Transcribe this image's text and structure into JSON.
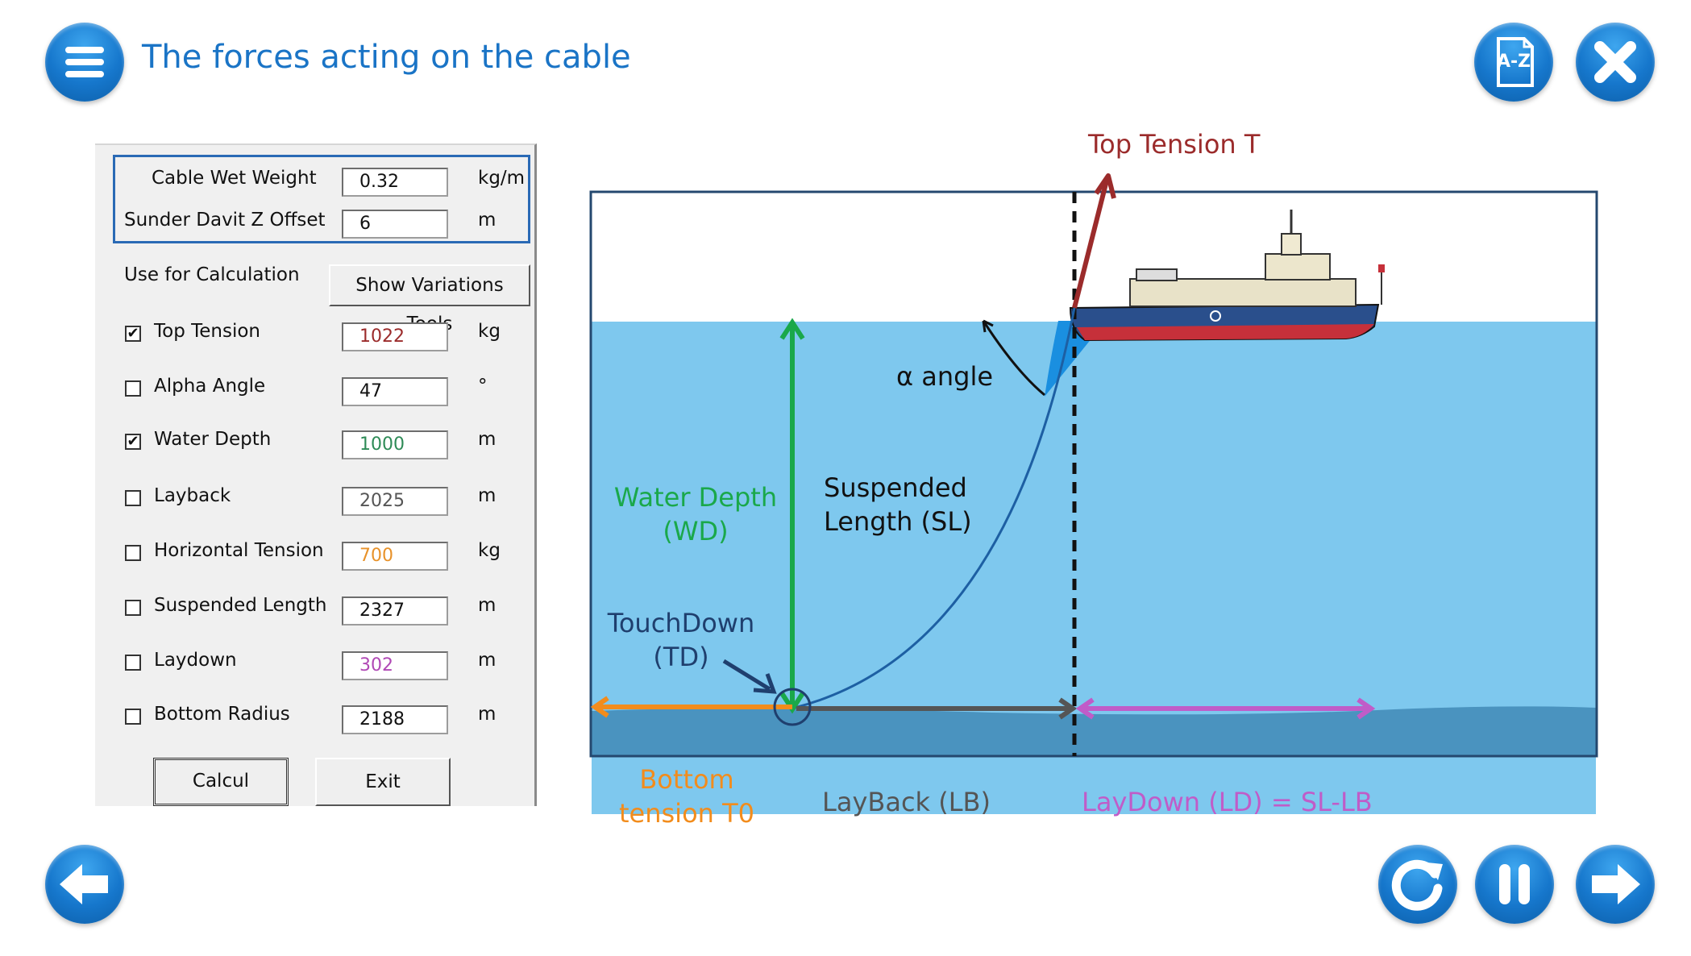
{
  "header": {
    "title": "The forces acting on the cable",
    "glossary_label": "A-Z"
  },
  "dialog": {
    "cable_wet_weight": {
      "label": "Cable Wet Weight",
      "value": "0.32",
      "unit": "kg/m"
    },
    "davit_offset": {
      "label": "Sunder Davit Z Offset",
      "value": "6",
      "unit": "m"
    },
    "use_for_calculation": "Use for Calculation",
    "show_variations_button": "Show Variations Tools",
    "rows": [
      {
        "label": "Top Tension",
        "value": "1022",
        "unit": "kg",
        "checked": true,
        "value_color": "#9b2b2b"
      },
      {
        "label": "Alpha Angle",
        "value": "47",
        "unit": "°",
        "checked": false,
        "value_color": "#111111"
      },
      {
        "label": "Water Depth",
        "value": "1000",
        "unit": "m",
        "checked": true,
        "value_color": "#2e8b57"
      },
      {
        "label": "Layback",
        "value": "2025",
        "unit": "m",
        "checked": false,
        "value_color": "#555555"
      },
      {
        "label": "Horizontal Tension",
        "value": "700",
        "unit": "kg",
        "checked": false,
        "value_color": "#e8922a"
      },
      {
        "label": "Suspended Length",
        "value": "2327",
        "unit": "m",
        "checked": false,
        "value_color": "#111111"
      },
      {
        "label": "Laydown",
        "value": "302",
        "unit": "m",
        "checked": false,
        "value_color": "#b048b5"
      },
      {
        "label": "Bottom Radius",
        "value": "2188",
        "unit": "m",
        "checked": false,
        "value_color": "#111111"
      }
    ],
    "calcul_button": "Calcul",
    "exit_button": "Exit",
    "check_mark": "✔"
  },
  "diagram": {
    "top_tension": "Top Tension T",
    "alpha_angle": "α angle",
    "water_depth_line1": "Water Depth",
    "water_depth_line2": "(WD)",
    "suspended_line1": "Suspended",
    "suspended_line2": "Length (SL)",
    "touchdown_line1": "TouchDown",
    "touchdown_line2": "(TD)",
    "bottom_line1": "Bottom",
    "bottom_line2": "tension T0",
    "layback": "LayBack (LB)",
    "laydown": "LayDown (LD) = SL-LB",
    "colors": {
      "top_tension": "#9b2b2b",
      "water_depth": "#1aa84a",
      "bottom": "#f28c1c",
      "layback": "#555555",
      "laydown": "#c05cc8",
      "water": "#7ec8ee",
      "seabed": "#3f8fbf",
      "touchdown": "#1f3f6e"
    }
  },
  "icons": {
    "menu": "menu-icon",
    "glossary": "glossary-icon",
    "close": "close-icon",
    "back": "back-arrow-icon",
    "replay": "replay-icon",
    "pause": "pause-icon",
    "next": "next-arrow-icon"
  }
}
